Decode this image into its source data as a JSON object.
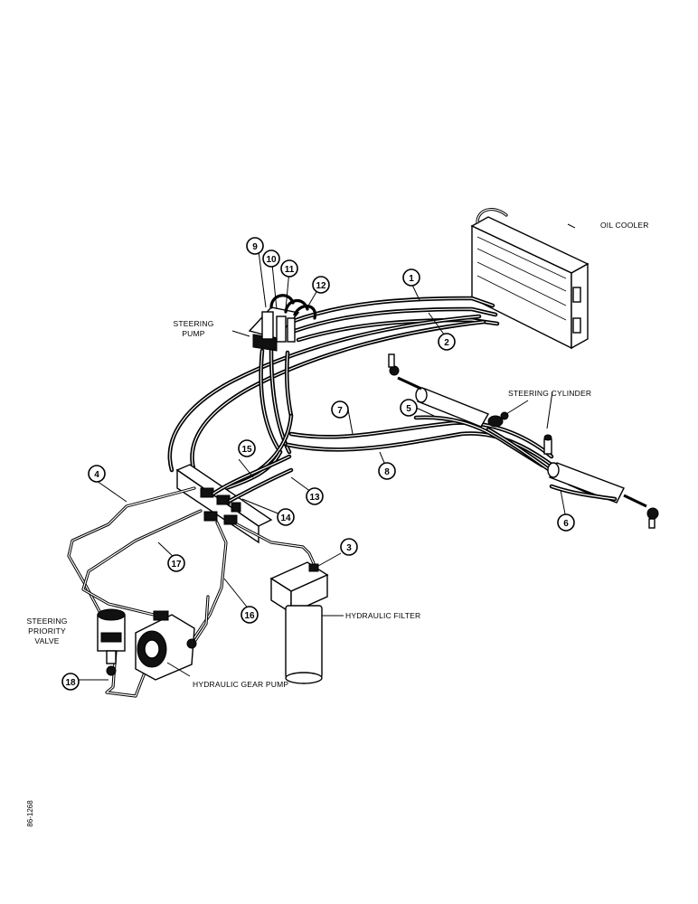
{
  "labels": {
    "oil_cooler": "OIL COOLER",
    "steering_pump_line1": "STEERING",
    "steering_pump_line2": "PUMP",
    "steering_cylinder": "STEERING CYLINDER",
    "hydraulic_filter": "HYDRAULIC FILTER",
    "priority_line1": "STEERING",
    "priority_line2": "PRIORITY",
    "priority_line3": "VALVE",
    "gear_pump": "HYDRAULIC GEAR PUMP"
  },
  "callouts": [
    "1",
    "2",
    "3",
    "4",
    "5",
    "6",
    "7",
    "8",
    "9",
    "10",
    "11",
    "12",
    "13",
    "14",
    "15",
    "16",
    "17",
    "18"
  ],
  "figure_code": "86-1268"
}
